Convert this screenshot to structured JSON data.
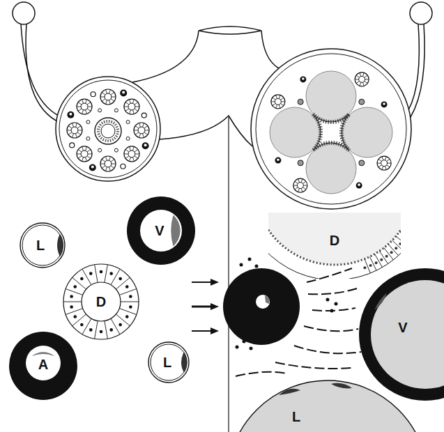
{
  "diagram": {
    "nodes": [
      {
        "text": [
          "L"
        ]
      },
      {
        "text": [
          "V"
        ]
      },
      {
        "text": [
          "D"
        ]
      },
      {
        "text": [
          "A"
        ]
      },
      {
        "text": [
          "L"
        ]
      },
      {
        "text": [
          "D"
        ]
      },
      {
        "text": [
          "V"
        ]
      },
      {
        "text": [
          "L"
        ]
      }
    ]
  }
}
